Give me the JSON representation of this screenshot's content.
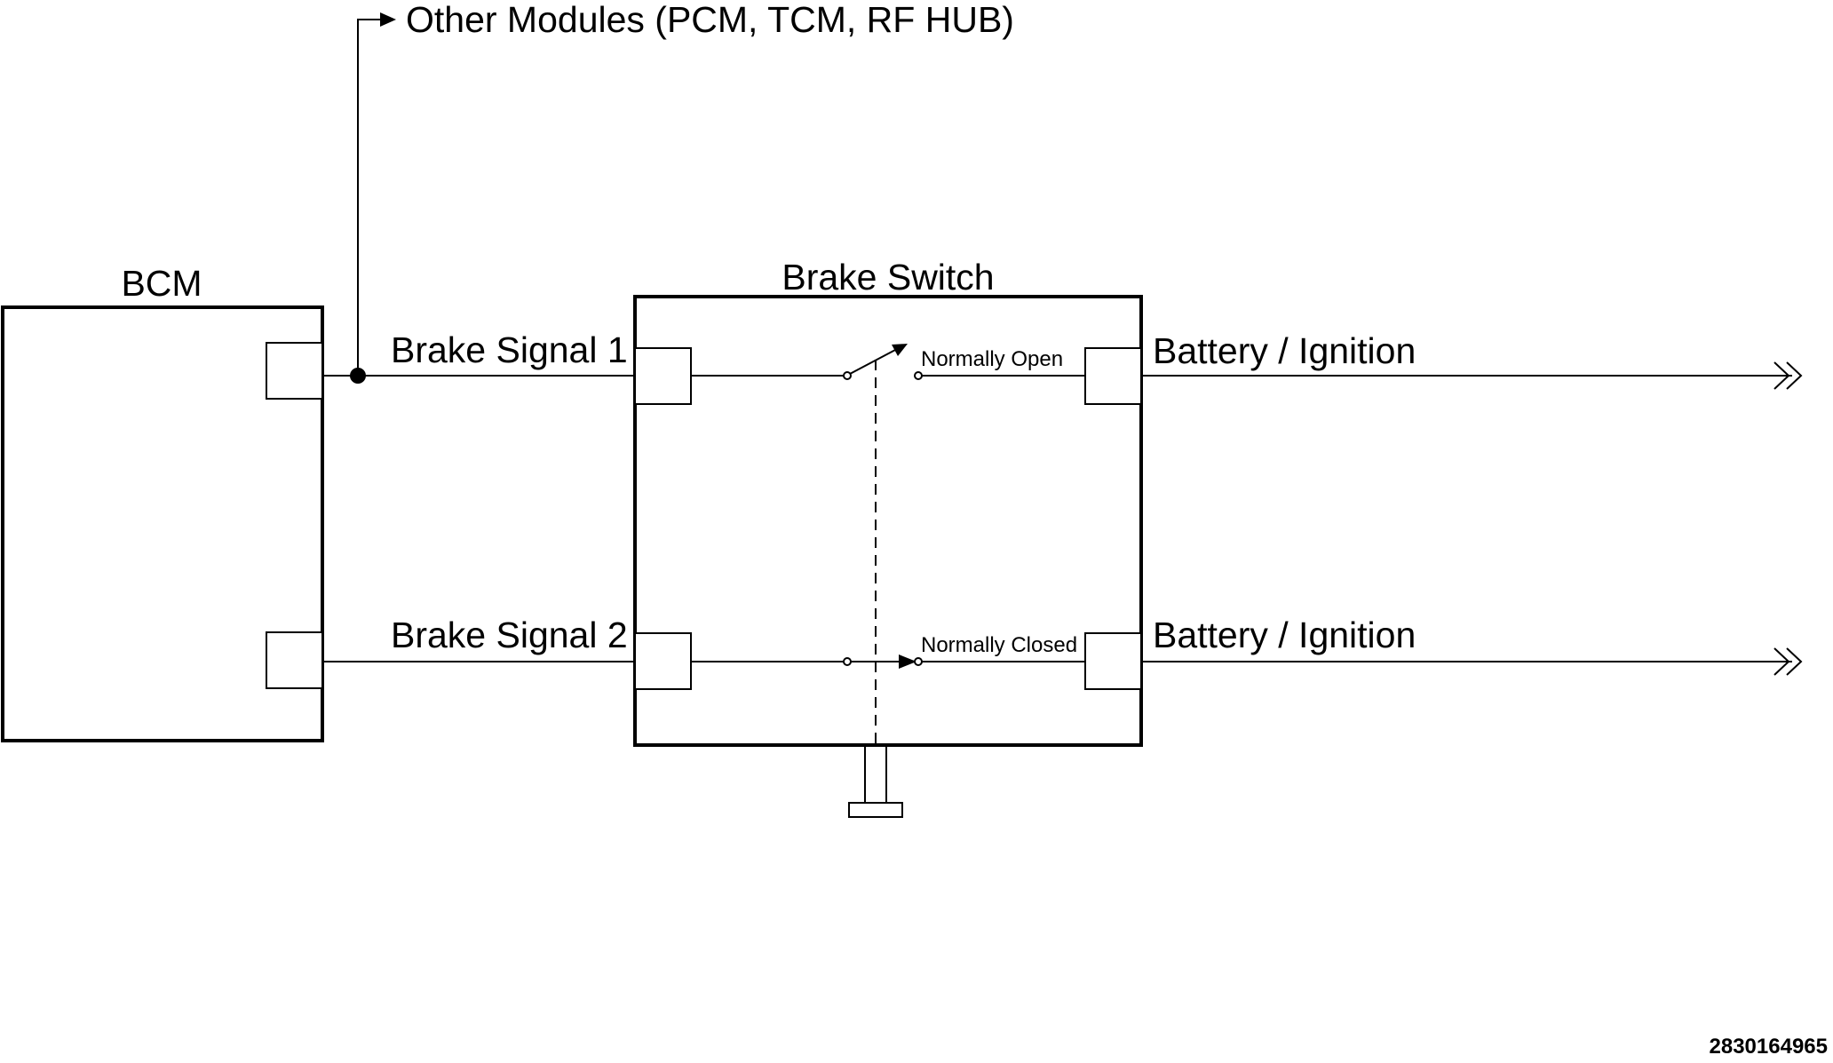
{
  "diagram": {
    "other_modules_label": "Other Modules (PCM, TCM, RF HUB)",
    "bcm_label": "BCM",
    "brake_switch_label": "Brake Switch",
    "brake_signal_1_label": "Brake Signal 1",
    "brake_signal_2_label": "Brake Signal 2",
    "normally_open_label": "Normally Open",
    "normally_closed_label": "Normally Closed",
    "battery_ignition_1_label": "Battery / Ignition",
    "battery_ignition_2_label": "Battery / Ignition",
    "figure_id": "2830164965"
  },
  "colors": {
    "line": "#000000",
    "background": "#ffffff"
  }
}
